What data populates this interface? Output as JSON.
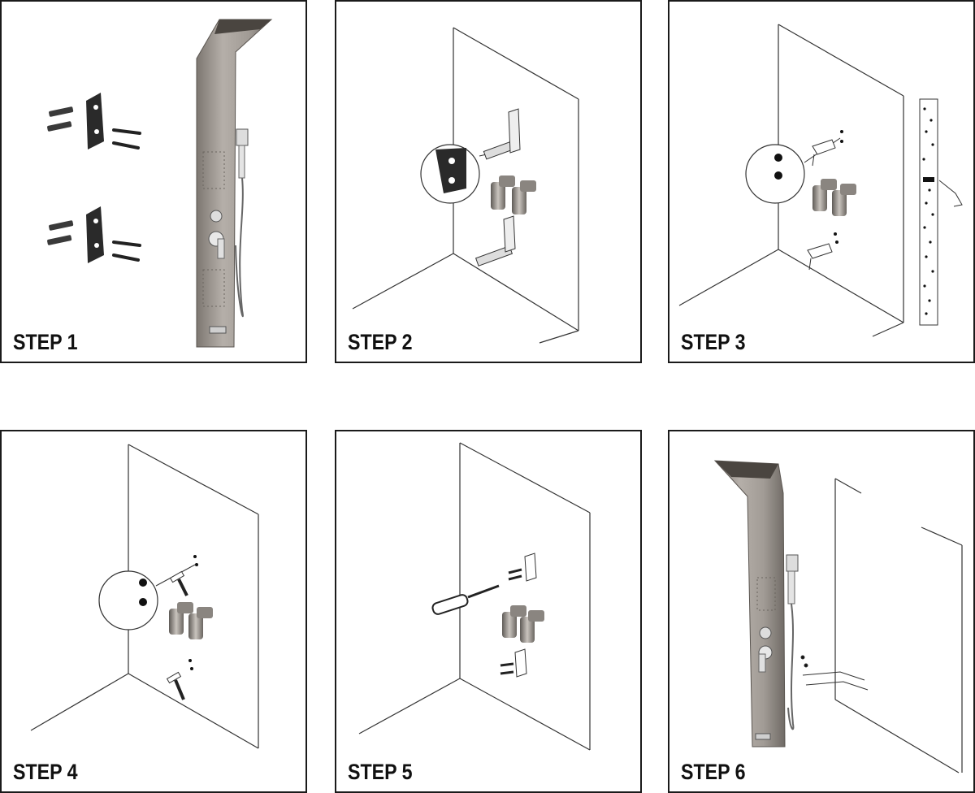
{
  "steps": [
    {
      "label": "STEP 1"
    },
    {
      "label": "STEP 2"
    },
    {
      "label": "STEP 3"
    },
    {
      "label": "STEP 4"
    },
    {
      "label": "STEP 5"
    },
    {
      "label": "STEP 6"
    }
  ],
  "colors": {
    "border": "#1a1a1a",
    "steel": "#9a948e",
    "steel_dark": "#6e6964",
    "bracket": "#2a2a2a",
    "line": "#333333"
  }
}
